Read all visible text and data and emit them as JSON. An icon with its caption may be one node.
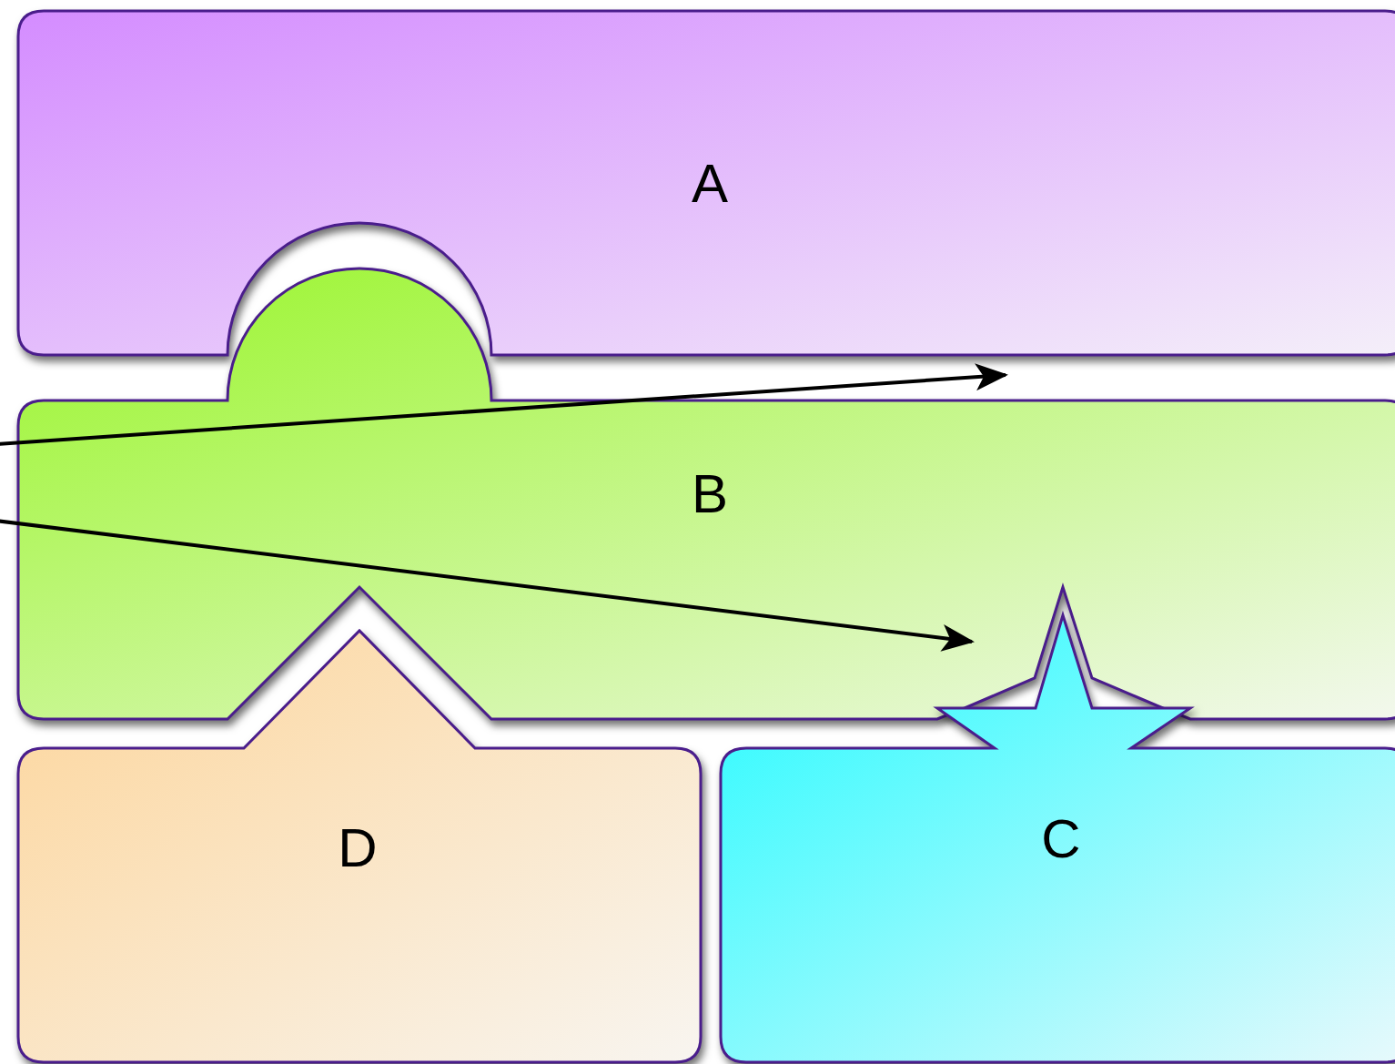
{
  "diagram": {
    "nodes": [
      {
        "text": [
          "A"
        ]
      },
      {
        "text": [
          "B"
        ]
      },
      {
        "text": [
          "C"
        ]
      },
      {
        "text": [
          "D"
        ]
      }
    ],
    "edges": [
      {
        "from": null,
        "to": 0,
        "arrow": "to"
      },
      {
        "from": null,
        "to": 2,
        "arrow": "to"
      }
    ]
  }
}
